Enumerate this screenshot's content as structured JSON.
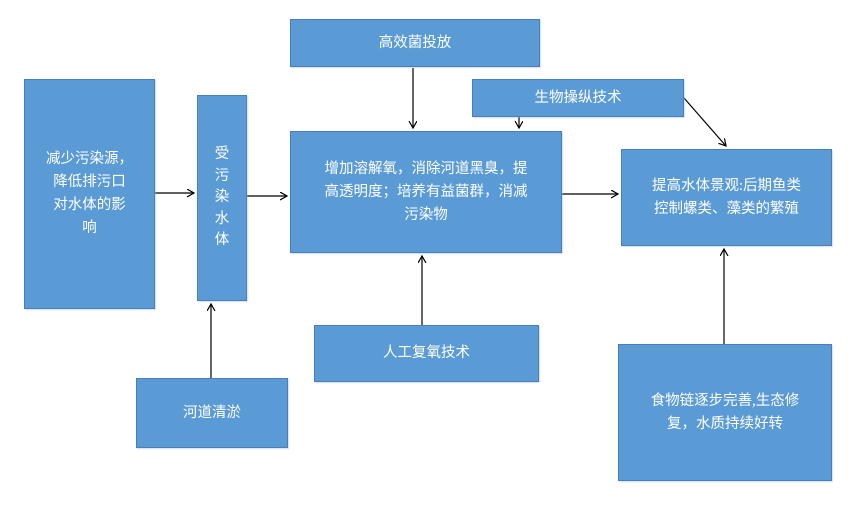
{
  "diagram": {
    "type": "flowchart",
    "colors": {
      "node_fill": "#5b9bd5",
      "node_border": "#4a7ebb",
      "text": "#ffffff",
      "arrow": "#000000",
      "background": "#ffffff"
    },
    "nodes": {
      "reduce_pollution": {
        "label": "减少污染源，降低排污口对水体的影响",
        "lines": [
          "减少污染源，",
          "降低排污口",
          "对水体的影",
          "响"
        ]
      },
      "polluted_water": {
        "label": "受污染水体",
        "lines": [
          "受",
          "污",
          "染",
          "水",
          "体"
        ]
      },
      "bacteria_dosing": {
        "label": "高效菌投放"
      },
      "biomanipulation": {
        "label": "生物操纵技术"
      },
      "core_effect": {
        "label": "增加溶解氧，消除河道黑臭，提高透明度；培养有益菌群，消减污染物",
        "lines": [
          "增加溶解氧，消除河道黑臭，提",
          "高透明度；培养有益菌群，消减",
          "污染物"
        ]
      },
      "water_landscape": {
        "label": "提高水体景观:后期鱼类控制螺类、藻类的繁殖",
        "lines": [
          "提高水体景观:后期鱼类",
          "控制螺类、藻类的繁殖"
        ]
      },
      "artificial_reoxygenation": {
        "label": "人工复氧技术"
      },
      "river_dredging": {
        "label": "河道清淤"
      },
      "food_chain": {
        "label": "食物链逐步完善,生态修复，水质持续好转",
        "lines": [
          "食物链逐步完善,生态修",
          "复，水质持续好转"
        ]
      }
    },
    "connections": [
      "减少污染源 → 受污染水体",
      "受污染水体 → 增加溶解氧(核心处理)",
      "高效菌投放 → 增加溶解氧(核心处理)",
      "生物操纵技术 → 增加溶解氧(核心处理)",
      "生物操纵技术 → 提高水体景观",
      "增加溶解氧(核心处理) → 提高水体景观",
      "人工复氧技术 → 增加溶解氧(核心处理)",
      "河道清淤 → 受污染水体",
      "食物链逐步完善 → 提高水体景观"
    ]
  }
}
